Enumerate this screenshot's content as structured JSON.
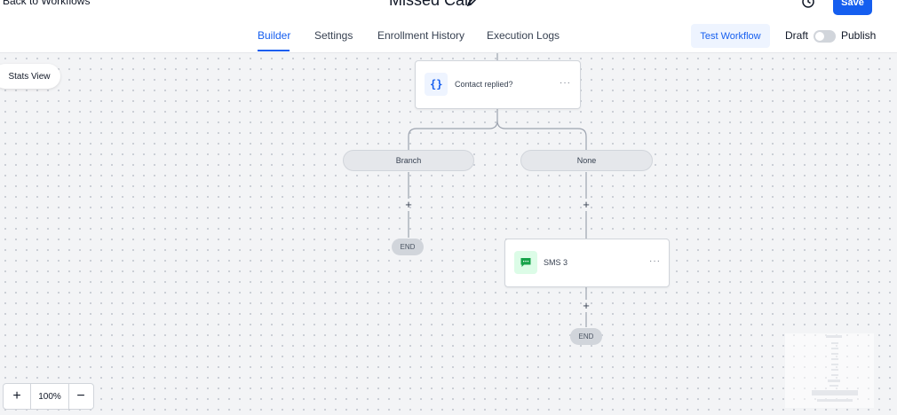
{
  "header": {
    "back_label": "Back to Workflows",
    "title": "Missed Call",
    "save_label": "Save"
  },
  "tabs": [
    {
      "label": "Builder",
      "active": true
    },
    {
      "label": "Settings",
      "active": false
    },
    {
      "label": "Enrollment History",
      "active": false
    },
    {
      "label": "Execution Logs",
      "active": false
    }
  ],
  "actions": {
    "test_label": "Test Workflow",
    "draft_label": "Draft",
    "publish_label": "Publish",
    "published": false
  },
  "canvas": {
    "stats_view_label": "Stats View",
    "condition_node": {
      "label": "Contact replied?",
      "icon": "braces-icon",
      "menu": "···"
    },
    "branches": [
      {
        "label": "Branch",
        "end_label": "END"
      },
      {
        "label": "None",
        "end_label": "END"
      }
    ],
    "sms_node": {
      "label": "SMS 3",
      "icon": "message-icon",
      "menu": "···"
    },
    "add_step_symbol": "+"
  },
  "zoom": {
    "level": "100%",
    "in_symbol": "+",
    "out_symbol": "−"
  },
  "colors": {
    "primary": "#155eef",
    "sms_icon": "#16a34a",
    "condition_icon": "#155eef"
  }
}
